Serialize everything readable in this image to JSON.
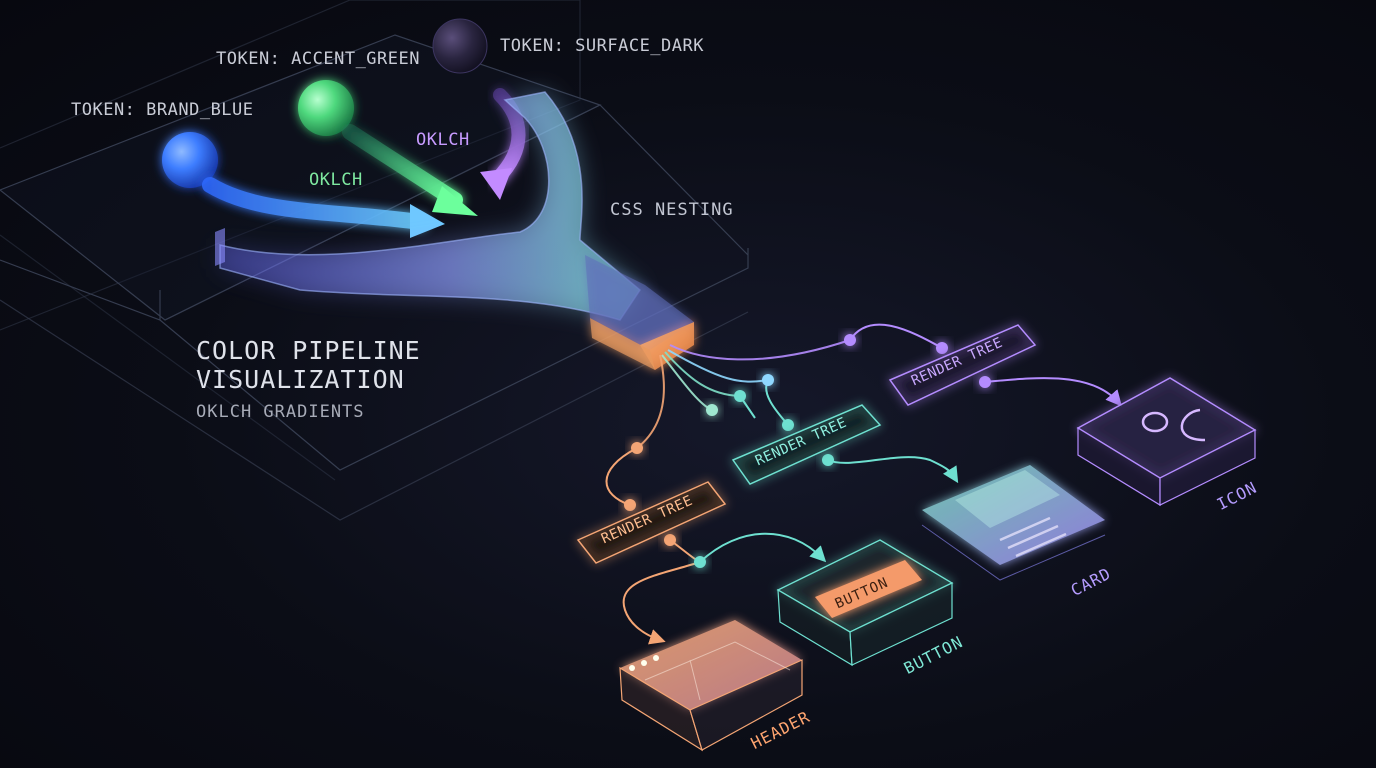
{
  "tokens": {
    "brand_blue": {
      "prefix": "TOKEN: ",
      "name": "BRAND_BLUE",
      "color": "#3d7dff"
    },
    "accent_green": {
      "prefix": "TOKEN: ",
      "name": "ACCENT_GREEN",
      "color": "#4fd97e"
    },
    "surface_dark": {
      "prefix": "TOKEN: ",
      "name": "SURFACE_DARK",
      "color": "#2a2540"
    }
  },
  "flows": {
    "oklch_green": "OKLCH",
    "oklch_purple": "OKLCH"
  },
  "css_nesting": "CSS NESTING",
  "title_line1": "COLOR PIPELINE",
  "title_line2": "VISUALIZATION",
  "subtitle": "OKLCH GRADIENTS",
  "render_trees": {
    "orange": "RENDER TREE",
    "teal": "RENDER TREE",
    "purple": "RENDER TREE"
  },
  "components": {
    "header": "HEADER",
    "button": "BUTTON",
    "button_inner": "BUTTON",
    "card": "CARD",
    "icon": "ICON"
  },
  "colors": {
    "orange": "#f4a574",
    "teal": "#6ee0d0",
    "purple": "#b48cff",
    "blue": "#4a8cff",
    "green": "#5fe08c"
  }
}
